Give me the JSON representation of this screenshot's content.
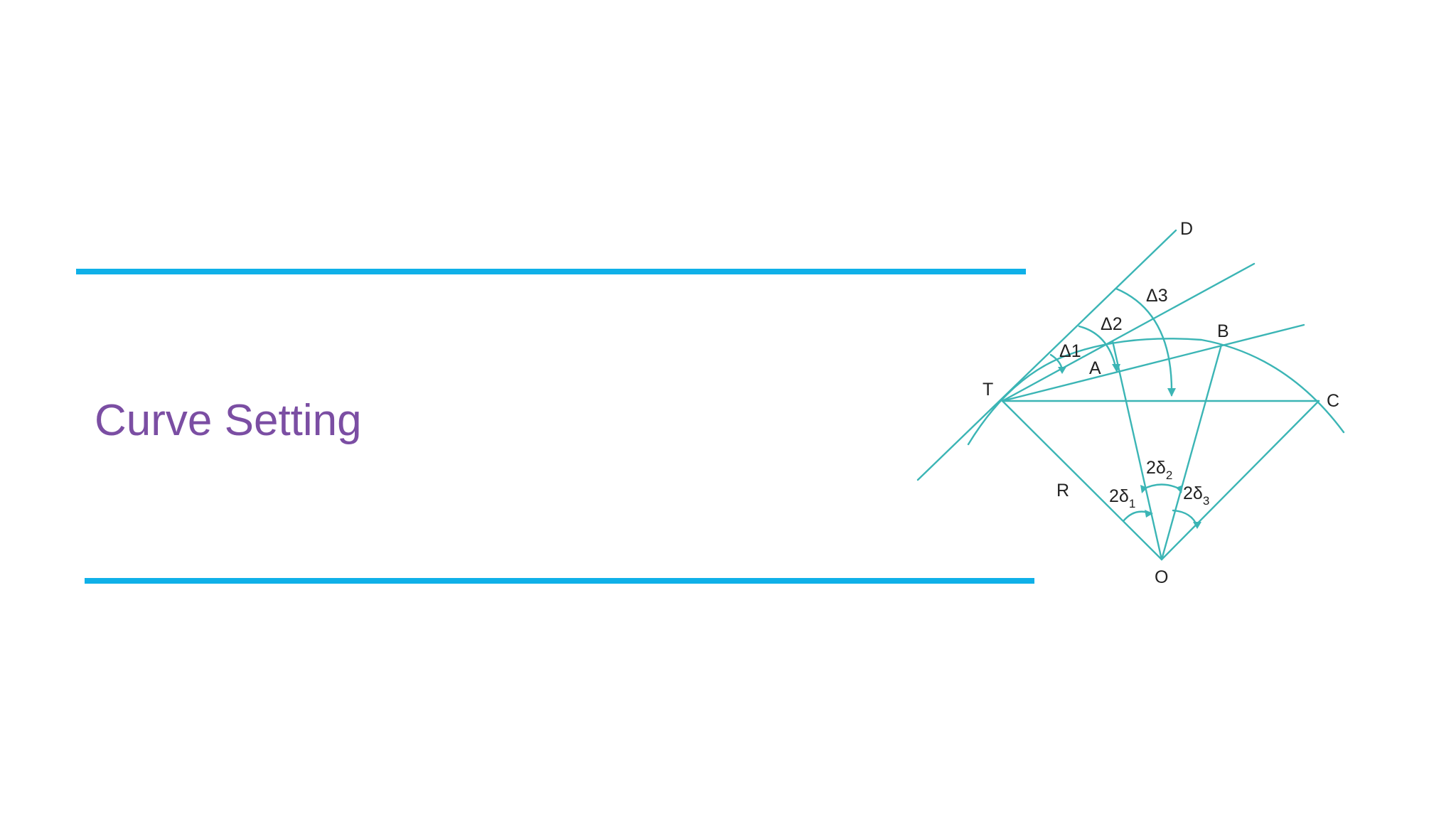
{
  "slide": {
    "title": "Curve Setting"
  },
  "colors": {
    "title": "#7b4ea3",
    "rule": "#0fb0e8",
    "diagram_lines": "#3bb5b5"
  },
  "diagram": {
    "points": {
      "T": "T",
      "A": "A",
      "B": "B",
      "C": "C",
      "D": "D",
      "O": "O",
      "R": "R"
    },
    "deflection_angles": {
      "delta1": "Δ1",
      "delta2": "Δ2",
      "delta3": "Δ3"
    },
    "central_angles": {
      "c1": {
        "prefix": "2δ",
        "sub": "1"
      },
      "c2": {
        "prefix": "2δ",
        "sub": "2"
      },
      "c3": {
        "prefix": "2δ",
        "sub": "3"
      }
    }
  }
}
